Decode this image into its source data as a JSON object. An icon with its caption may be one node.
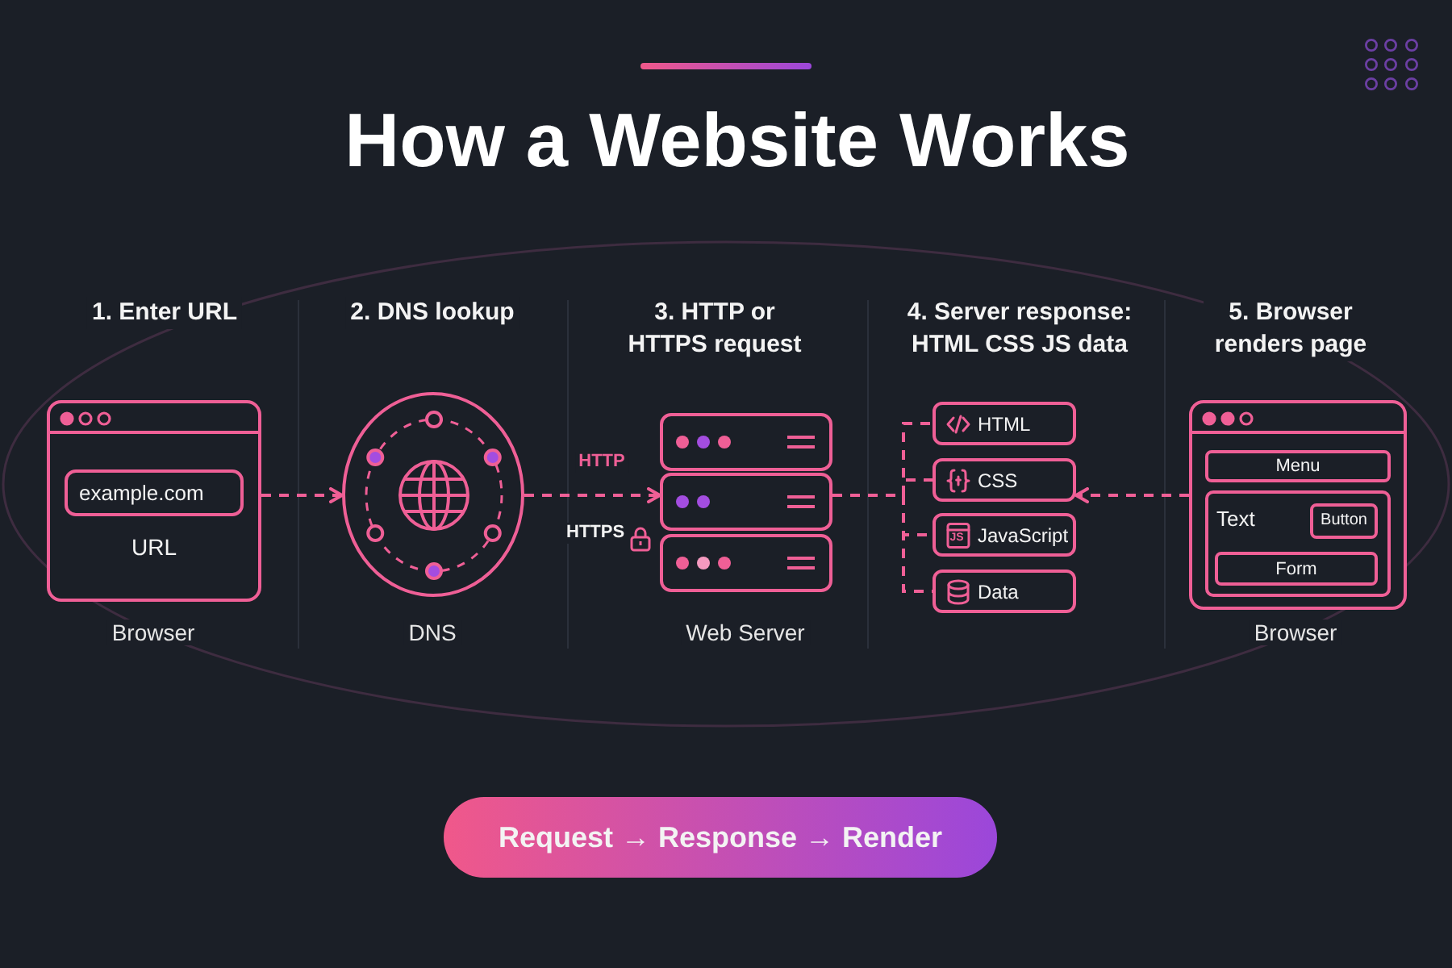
{
  "diagram": {
    "title": "How a Website Works",
    "nodes": [
      {
        "text": [
          "URL"
        ],
        "beside": [
          "Browser"
        ]
      },
      {
        "text": [
          "example.com"
        ],
        "in": 0
      },
      {
        "text": [],
        "shape": "circle",
        "beside": [
          "DNS"
        ]
      },
      {
        "text": [],
        "shape": "picture",
        "beside": [
          "Web Server"
        ]
      },
      {
        "text": [
          "HTML"
        ]
      },
      {
        "text": [
          "CSS"
        ]
      },
      {
        "text": [
          "JavaScript"
        ]
      },
      {
        "text": [
          "Data"
        ]
      },
      {
        "text": [],
        "shape": "box",
        "beside": [
          "Browser"
        ]
      },
      {
        "text": [
          "Menu"
        ],
        "in": 8
      },
      {
        "text": [
          "Text"
        ],
        "in": 8
      },
      {
        "text": [
          "Button"
        ],
        "in": 10
      },
      {
        "text": [
          "Form"
        ],
        "in": 10
      },
      {
        "text": [
          "Request → Response → Render"
        ]
      }
    ],
    "edges": [
      {
        "from": 0,
        "to": 2,
        "arrow": "to",
        "style": "dashed"
      },
      {
        "from": 2,
        "to": 3,
        "arrow": "to",
        "label": "HTTP",
        "style": "dashed"
      },
      {
        "from": 3,
        "to": 4,
        "arrow": "none",
        "style": "dashed"
      },
      {
        "from": 3,
        "to": 5,
        "arrow": "none",
        "style": "dashed"
      },
      {
        "from": 3,
        "to": 6,
        "arrow": "none",
        "style": "dashed"
      },
      {
        "from": 3,
        "to": 7,
        "arrow": "none",
        "style": "dashed"
      },
      {
        "from": 8,
        "to": 5,
        "arrow": "to",
        "style": "dashed"
      }
    ],
    "labels": [
      "1. Enter URL",
      "2. DNS lookup",
      "3. HTTP or HTTPS request",
      "4. Server response: HTML CSS JS data",
      "5. Browser renders page",
      "HTTPS",
      "JS"
    ]
  }
}
